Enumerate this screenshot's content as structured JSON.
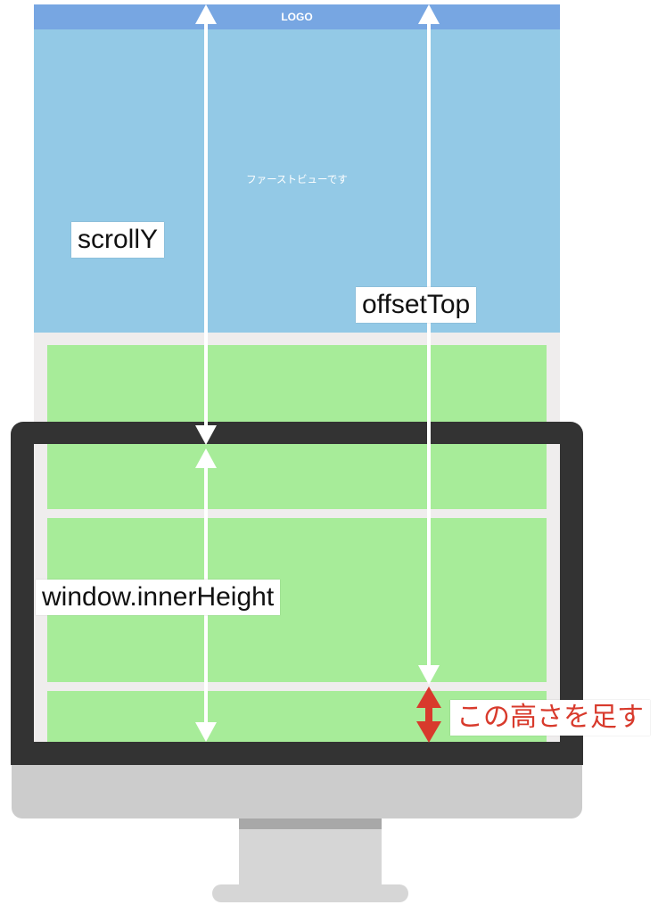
{
  "header": {
    "logo": "LOGO"
  },
  "first_view": {
    "text": "ファーストビューです"
  },
  "labels": {
    "scroll_y": "scrollY",
    "offset_top": "offsetTop",
    "inner_height": "window.innerHeight",
    "add_height": "この高さを足す"
  },
  "colors": {
    "header": "#77a6e2",
    "first_view": "#93c9e6",
    "content_block": "#a7ec99",
    "monitor_bezel": "#333333",
    "monitor_body": "#cccccc",
    "annotation_arrow": "#ffffff",
    "highlight_arrow": "#d83a2c"
  }
}
